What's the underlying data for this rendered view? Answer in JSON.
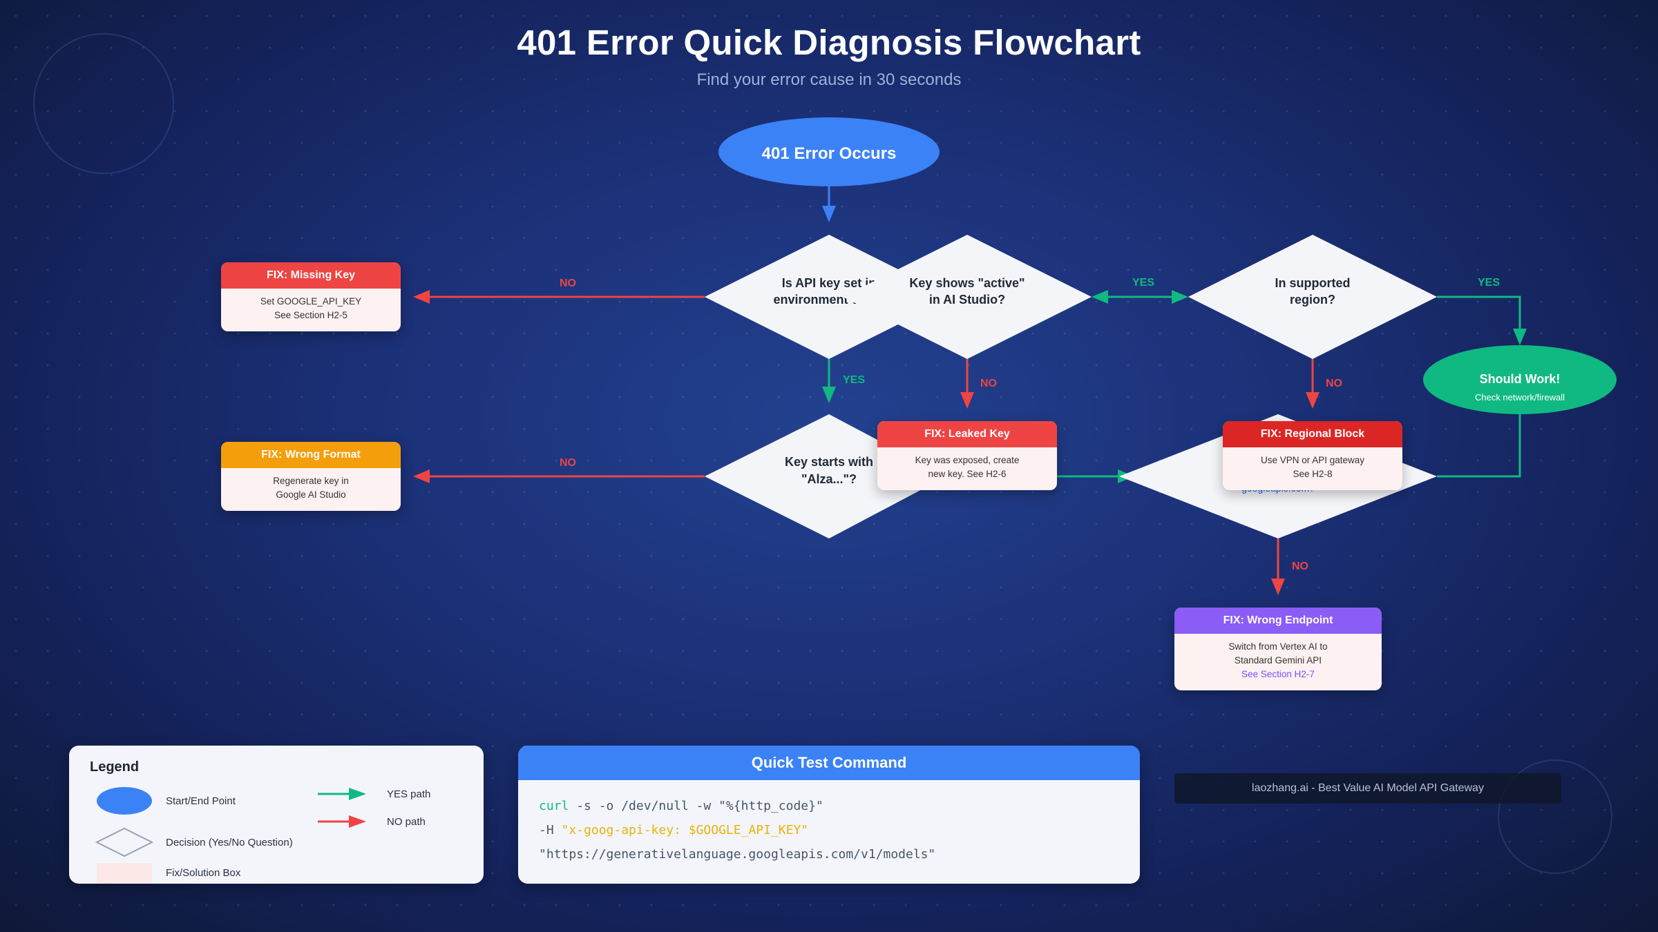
{
  "title": "401 Error Quick Diagnosis Flowchart",
  "subtitle": "Find your error cause in 30 seconds",
  "nodes": {
    "start": "401 Error Occurs",
    "q_env": [
      "Is API key set in",
      "environment vars?"
    ],
    "q_active": [
      "Key shows \"active\"",
      "in AI Studio?"
    ],
    "q_region": [
      "In supported",
      "region?"
    ],
    "q_alza": [
      "Key starts with",
      "\"Alza...\"?"
    ],
    "q_endpoint_fragment": "googleapis.com?",
    "success": {
      "title": "Should Work!",
      "sub": "Check network/firewall"
    }
  },
  "fixes": {
    "missing_key": {
      "title": "FIX: Missing Key",
      "lines": [
        "Set GOOGLE_API_KEY",
        "See Section H2-5"
      ],
      "color": "#ef4444"
    },
    "wrong_format": {
      "title": "FIX: Wrong Format",
      "lines": [
        "Regenerate key in",
        "Google AI Studio"
      ],
      "color": "#f59e0b"
    },
    "leaked_key": {
      "title": "FIX: Leaked Key",
      "lines": [
        "Key was exposed, create",
        "new key. See H2-6"
      ],
      "color": "#ef4444"
    },
    "regional_block": {
      "title": "FIX: Regional Block",
      "lines": [
        "Use VPN or API gateway",
        "See H2-8"
      ],
      "color": "#dc2626"
    },
    "wrong_endpoint": {
      "title": "FIX: Wrong Endpoint",
      "lines": [
        "Switch from Vertex AI to",
        "Standard Gemini API"
      ],
      "link": "See Section H2-7",
      "color": "#8b5cf6"
    }
  },
  "edge_labels": {
    "yes": "YES",
    "no": "NO"
  },
  "legend": {
    "title": "Legend",
    "start_end": "Start/End Point",
    "decision": "Decision (Yes/No Question)",
    "fix": "Fix/Solution Box",
    "yes_path": "YES path",
    "no_path": "NO path"
  },
  "command": {
    "title": "Quick Test Command",
    "line1_kw": "curl",
    "line1_rest": " -s -o /dev/null -w \"%{http_code}\"",
    "line2_flag": "-H ",
    "line2_str": "\"x-goog-api-key: $GOOGLE_API_KEY\"",
    "line3": "\"https://generativelanguage.googleapis.com/v1/models\""
  },
  "footer": "laozhang.ai - Best Value AI Model API Gateway",
  "colors": {
    "yes": "#10b981",
    "no": "#ef4444",
    "start": "#3b82f6",
    "success": "#10b981",
    "decision": "#f4f5f8"
  }
}
